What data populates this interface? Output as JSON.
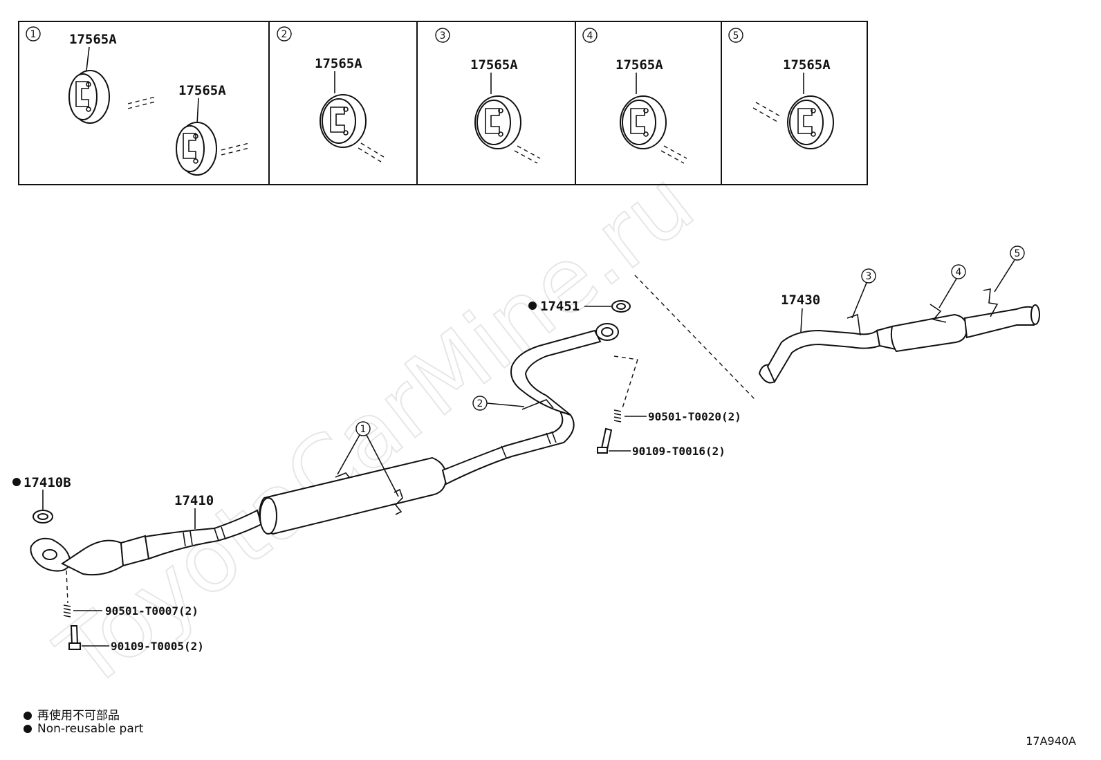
{
  "watermark": "ToyotaCarMine.ru",
  "insets": [
    {
      "num": "1",
      "labels": [
        "17565A",
        "17565A"
      ]
    },
    {
      "num": "2",
      "labels": [
        "17565A"
      ]
    },
    {
      "num": "3",
      "labels": [
        "17565A"
      ]
    },
    {
      "num": "4",
      "labels": [
        "17565A"
      ]
    },
    {
      "num": "5",
      "labels": [
        "17565A"
      ]
    }
  ],
  "parts": {
    "p17451": "17451",
    "p17430": "17430",
    "p17410B": "17410B",
    "p17410": "17410",
    "p90501_t0020": "90501-T0020(2)",
    "p90109_t0016": "90109-T0016(2)",
    "p90501_t0007": "90501-T0007(2)",
    "p90109_t0005": "90109-T0005(2)"
  },
  "callouts": [
    "1",
    "2",
    "3",
    "4",
    "5"
  ],
  "legend": {
    "line1": "再使用不可部品",
    "line2": "Non-reusable part"
  },
  "figure_code": "17A940A"
}
